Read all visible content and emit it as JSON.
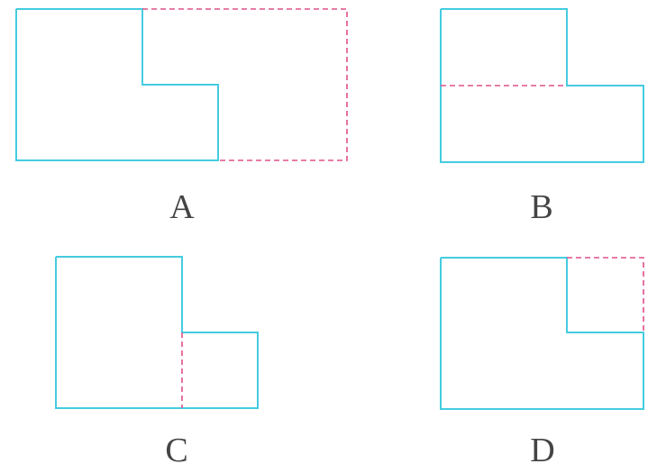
{
  "colors": {
    "outline": "#45cce0",
    "dashed": "#e0508a",
    "label": "#444444",
    "background": "#ffffff"
  },
  "options": [
    {
      "id": "a",
      "label": "A"
    },
    {
      "id": "b",
      "label": "B"
    },
    {
      "id": "c",
      "label": "C"
    },
    {
      "id": "d",
      "label": "D"
    }
  ]
}
